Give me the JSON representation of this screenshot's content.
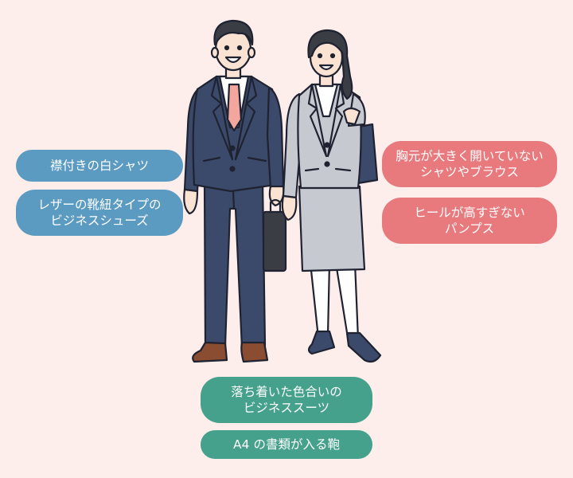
{
  "colors": {
    "background": "#fdeeec",
    "blue_label": "#5b9bc2",
    "red_label": "#e8797d",
    "green_label": "#45a08c",
    "suit_navy": "#3b4a6b",
    "suit_gray": "#c6c9d0",
    "skin": "#fbe3d3",
    "tie": "#f2a69e",
    "shoe_brown": "#8a4d31",
    "bag": "#3a3d44",
    "outline": "#1f2230"
  },
  "labels": {
    "white_shirt": "襟付きの白シャツ",
    "leather_shoes": [
      "レザーの靴紐タイプの",
      "ビジネスシューズ"
    ],
    "blouse": [
      "胸元が大きく開いていない",
      "シャツやブラウス"
    ],
    "pumps": [
      "ヒールが高すぎない",
      "パンプス"
    ],
    "suit": [
      "落ち着いた色合いの",
      "ビジネススーツ"
    ],
    "bag": "A4 の書類が入る鞄"
  }
}
